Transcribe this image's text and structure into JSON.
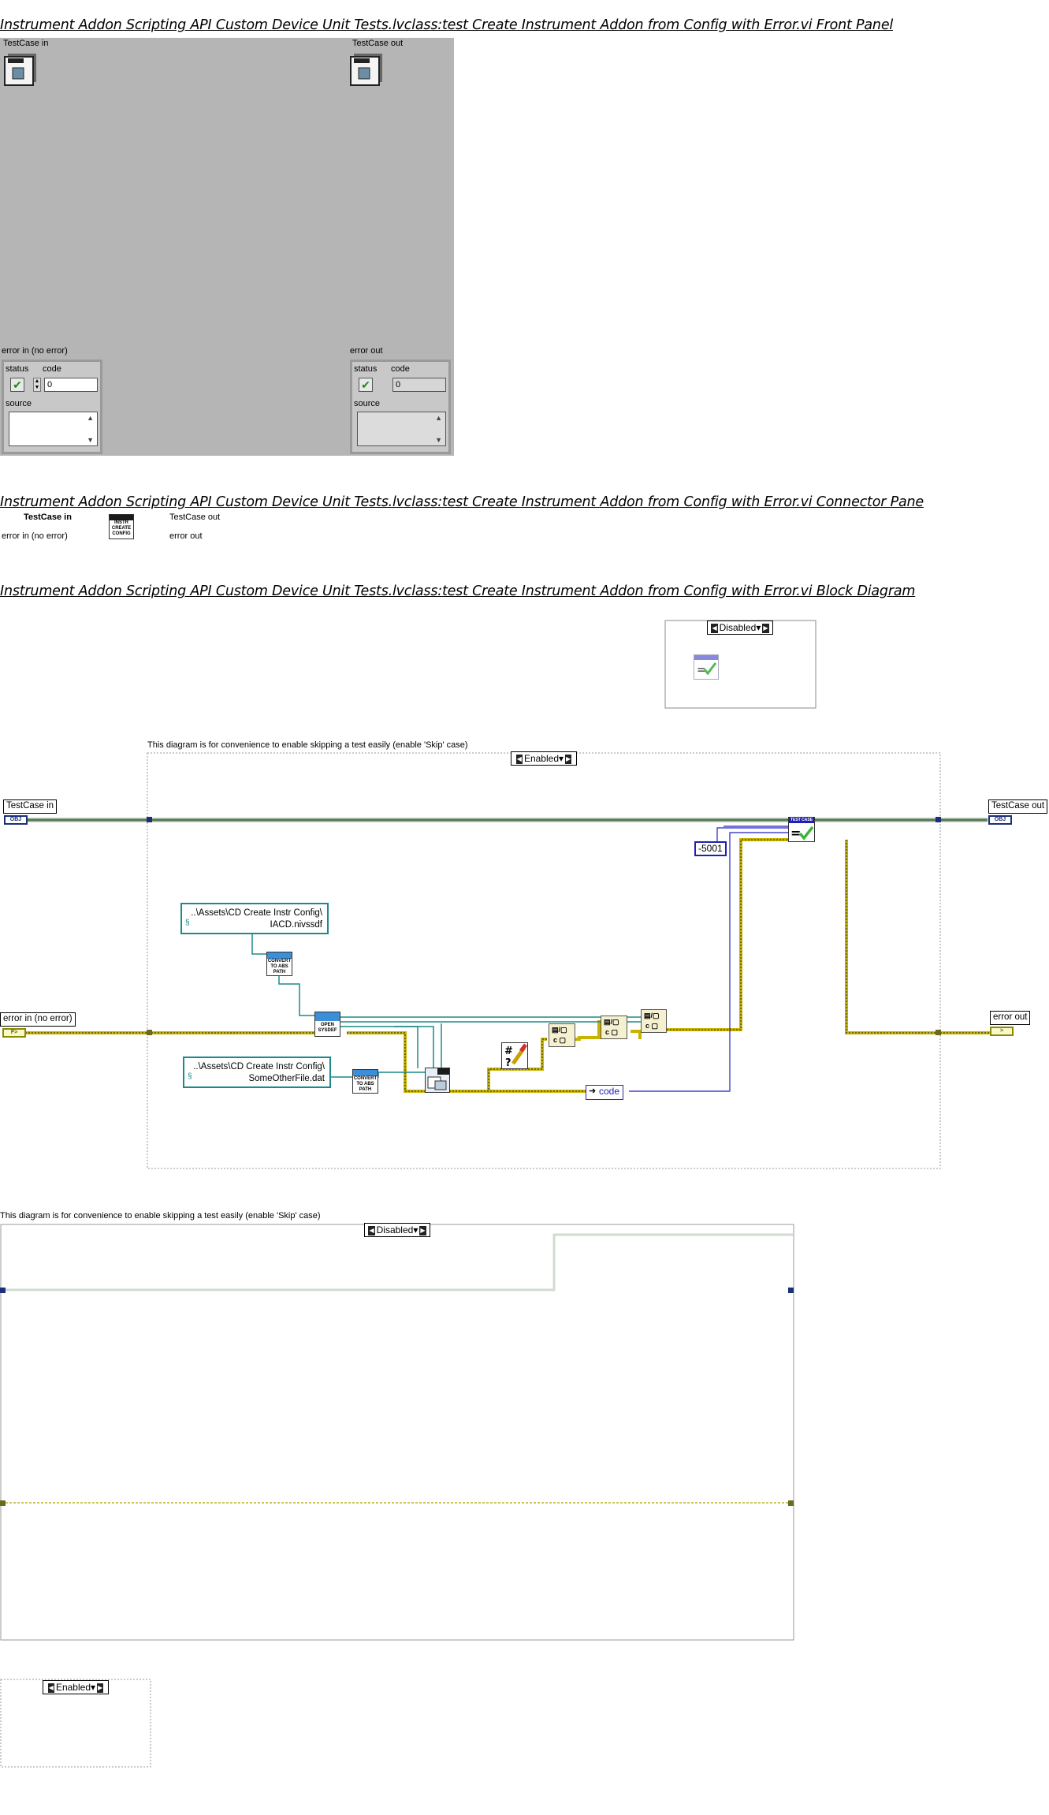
{
  "front_panel": {
    "heading": "Instrument Addon Scripting API Custom Device Unit Tests.lvclass:test  Create Instrument Addon from Config with Error.vi Front Panel",
    "testcase_in_label": "TestCase in",
    "testcase_out_label": "TestCase out",
    "error_in": {
      "label": "error in (no error)",
      "status_label": "status",
      "code_label": "code",
      "code_value": "0",
      "source_label": "source"
    },
    "error_out": {
      "label": "error out",
      "status_label": "status",
      "code_label": "code",
      "code_value": "0",
      "source_label": "source"
    }
  },
  "connector_pane": {
    "heading": "Instrument Addon Scripting API Custom Device Unit Tests.lvclass:test  Create Instrument Addon from Config with Error.vi Connector Pane",
    "left_top": "TestCase in",
    "left_bottom": "error in (no error)",
    "right_top": "TestCase out",
    "right_bottom": "error out",
    "icon_text": [
      "INSTR",
      "CREATE",
      "CONFIG"
    ]
  },
  "block_diagram": {
    "heading": "Instrument Addon Scripting API Custom Device Unit Tests.lvclass:test  Create Instrument Addon from Config with Error.vi Block Diagram",
    "top_case_selector": "Disabled",
    "comment": "This diagram is for convenience to enable skipping a test easily (enable 'Skip' case)",
    "main_case_selector": "Enabled",
    "testcase_in_label": "TestCase in",
    "testcase_out_label": "TestCase out",
    "error_in_label": "error in (no error)",
    "error_out_label": "error out",
    "obj_term_text": "OBJ",
    "path_const_1": [
      "..\\Assets\\CD Create Instr Config\\",
      "IACD.nivssdf"
    ],
    "path_const_2": [
      "..\\Assets\\CD Create Instr Config\\",
      "SomeOtherFile.dat"
    ],
    "convert_label": [
      "CONVERT",
      "TO ABS",
      "PATH"
    ],
    "open_sysdef_label": [
      "OPEN",
      "SYSDEF"
    ],
    "error_code_const": "-5001",
    "unbundle_label": "code",
    "testcase_badge": "TEST CASE",
    "lower_comment": "This diagram is for convenience to enable skipping a test easily (enable 'Skip' case)",
    "lower_case_selector": "Disabled",
    "bottom_case_selector": "Enabled"
  },
  "colors": {
    "panel_bg": "#b5b5b5",
    "class_wire": "#4f7f4f",
    "error_wire": "#c8b400",
    "path_wire": "#1b8a8a",
    "int_wire": "#2020c0"
  }
}
